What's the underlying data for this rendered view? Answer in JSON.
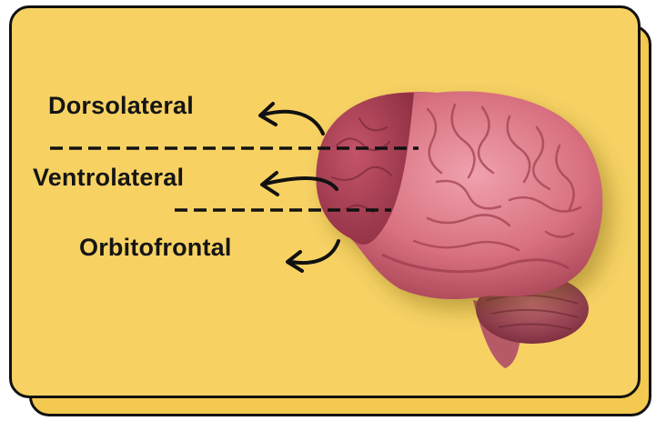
{
  "labels": {
    "dorsolateral": "Dorsolateral",
    "ventrolateral": "Ventrolateral",
    "orbitofrontal": "Orbitofrontal"
  },
  "colors": {
    "background": "#f7d263",
    "brain": "#d9798a",
    "prefrontal_region": "#b9485c",
    "border": "#111111"
  }
}
